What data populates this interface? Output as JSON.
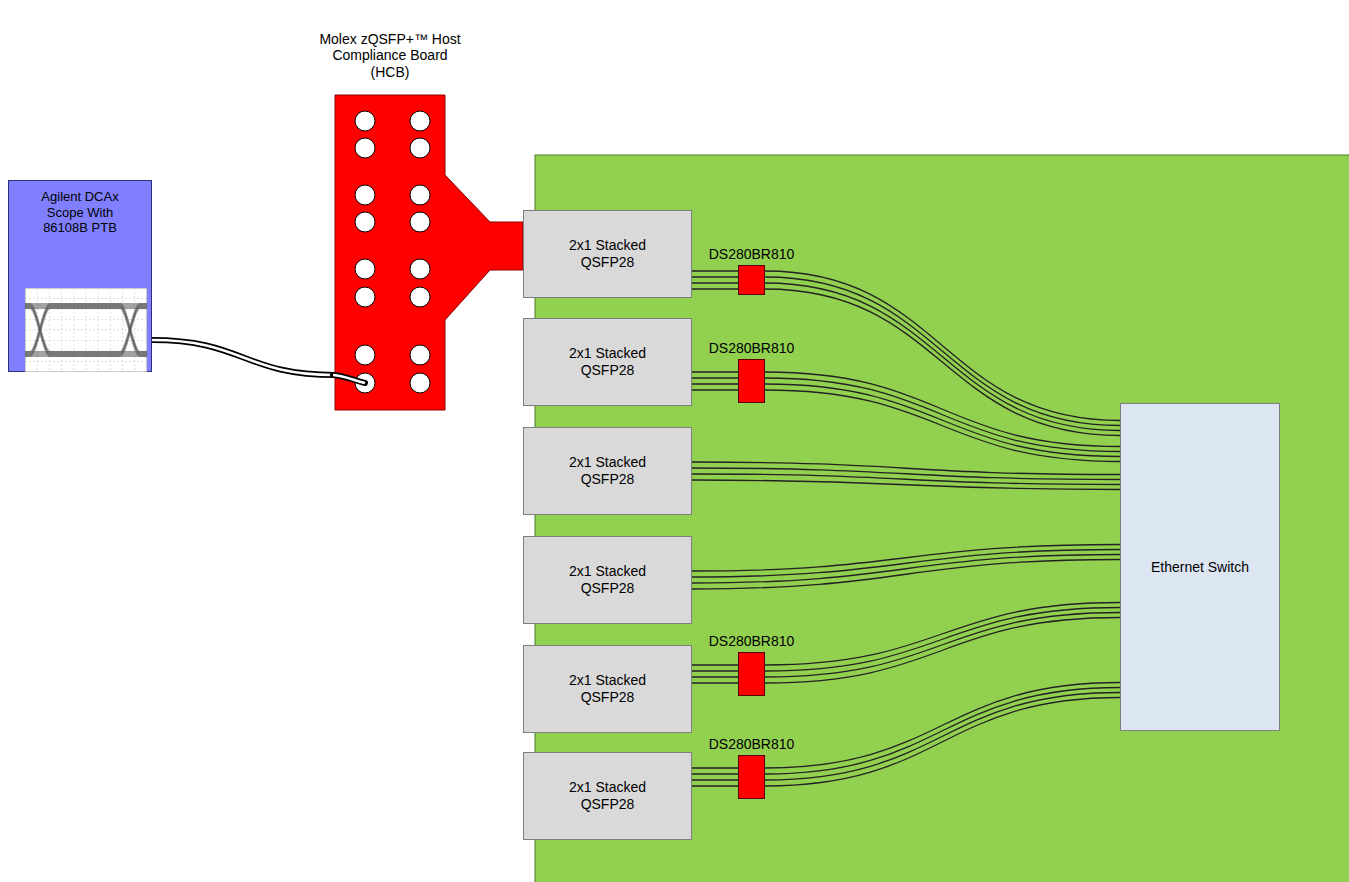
{
  "diagram": {
    "nodes": [
      {
        "text": [
          "Molex zQSFP+™ Host Compliance Board (HCB)"
        ]
      },
      {
        "text": [
          "Agilent DCAx Scope With 86108B PTB"
        ]
      },
      {
        "text": [
          "2x1 Stacked QSFP28"
        ]
      },
      {
        "text": [
          "DS280BR810"
        ]
      },
      {
        "text": [
          "2x1 Stacked QSFP28"
        ]
      },
      {
        "text": [
          "DS280BR810"
        ]
      },
      {
        "text": [
          "2x1 Stacked QSFP28"
        ]
      },
      {
        "text": [
          "2x1 Stacked QSFP28"
        ]
      },
      {
        "text": [
          "Ethernet Switch"
        ]
      },
      {
        "text": [
          "2x1 Stacked QSFP28"
        ]
      },
      {
        "text": [
          "DS280BR810"
        ]
      },
      {
        "text": [
          "2x1 Stacked QSFP28"
        ]
      },
      {
        "text": [
          "DS280BR810"
        ]
      }
    ],
    "edges": [
      {
        "from": 1,
        "to": 0,
        "arrow": "none"
      },
      {
        "from": 2,
        "to": 3,
        "arrow": "none"
      },
      {
        "from": 3,
        "to": 8,
        "arrow": "none"
      },
      {
        "from": 4,
        "to": 5,
        "arrow": "none"
      },
      {
        "from": 5,
        "to": 8,
        "arrow": "none"
      },
      {
        "from": 6,
        "to": 8,
        "arrow": "none"
      },
      {
        "from": 7,
        "to": 8,
        "arrow": "none"
      },
      {
        "from": 9,
        "to": 10,
        "arrow": "none"
      },
      {
        "from": 10,
        "to": 8,
        "arrow": "none"
      },
      {
        "from": 11,
        "to": 12,
        "arrow": "none"
      },
      {
        "from": 12,
        "to": 8,
        "arrow": "none"
      }
    ]
  }
}
